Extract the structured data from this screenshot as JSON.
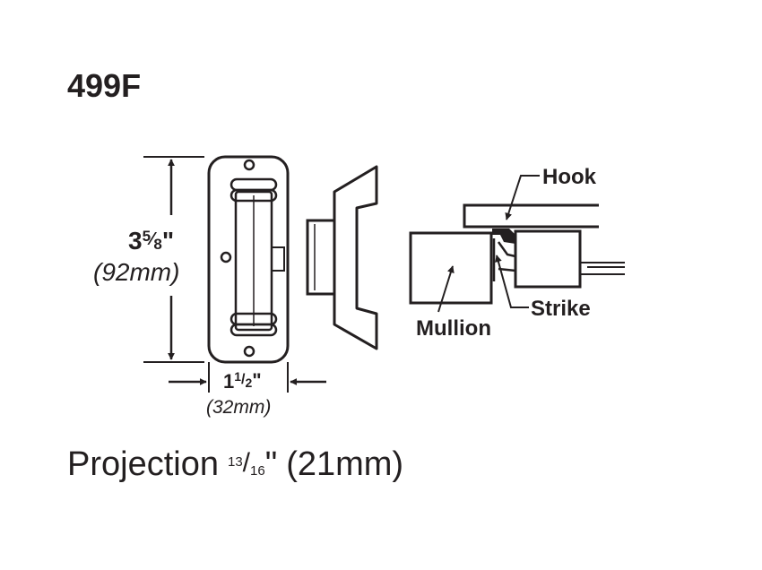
{
  "title": "499F",
  "dimensions": {
    "height_whole": "3",
    "height_num": "5",
    "height_den": "8",
    "height_mark": "\"",
    "height_metric": "(92mm)",
    "width_whole": "1",
    "width_num": "1",
    "width_den": "2",
    "width_mark": "\"",
    "width_metric": "(32mm)"
  },
  "labels": {
    "hook": "Hook",
    "strike": "Strike",
    "mullion": "Mullion"
  },
  "projection": {
    "label": "Projection",
    "num": "13",
    "den": "16",
    "mark": "\"",
    "metric": "(21mm)"
  },
  "colors": {
    "ink": "#231f20",
    "background": "#ffffff"
  }
}
